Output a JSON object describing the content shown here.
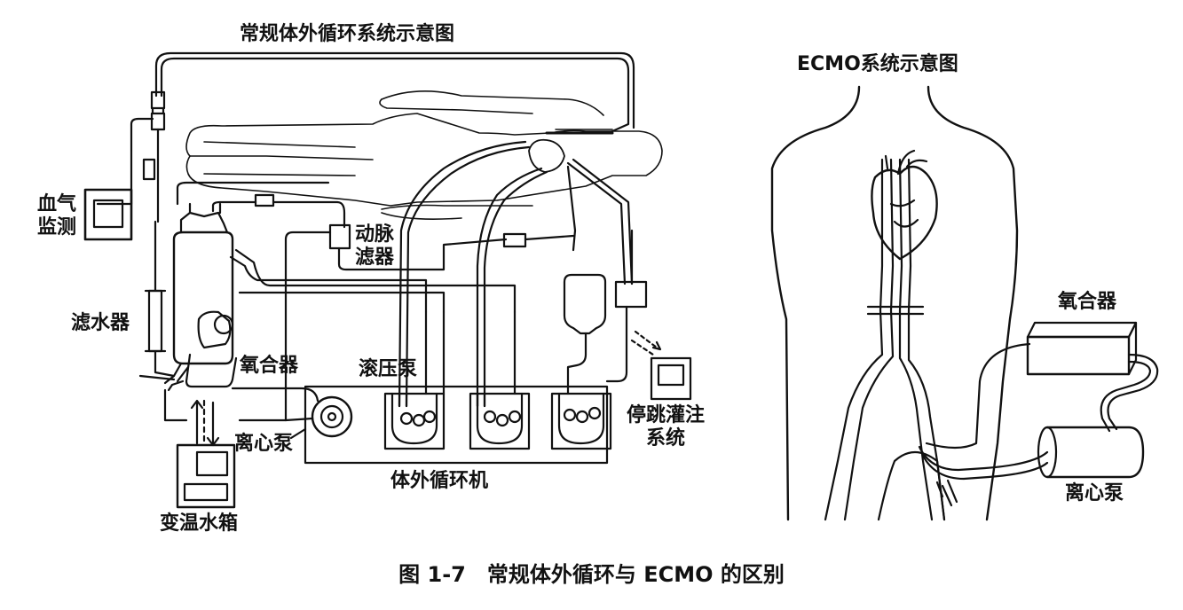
{
  "left_diagram": {
    "title": "常规体外循环系统示意图",
    "labels": {
      "blood_gas_1": "血气",
      "blood_gas_2": "监测",
      "hemofilter": "滤水器",
      "oxygenator": "氧合器",
      "arterial_filter_1": "动脉",
      "arterial_filter_2": "滤器",
      "roller_pump": "滚压泵",
      "centrifugal_pump": "离心泵",
      "heater_cooler": "变温水箱",
      "cpb_machine": "体外循环机",
      "cardioplegia_1": "停跳灌注",
      "cardioplegia_2": "系统"
    }
  },
  "right_diagram": {
    "title": "ECMO系统示意图",
    "labels": {
      "oxygenator": "氧合器",
      "centrifugal_pump": "离心泵"
    }
  },
  "caption": "图 1-7　常规体外循环与 ECMO 的区别"
}
